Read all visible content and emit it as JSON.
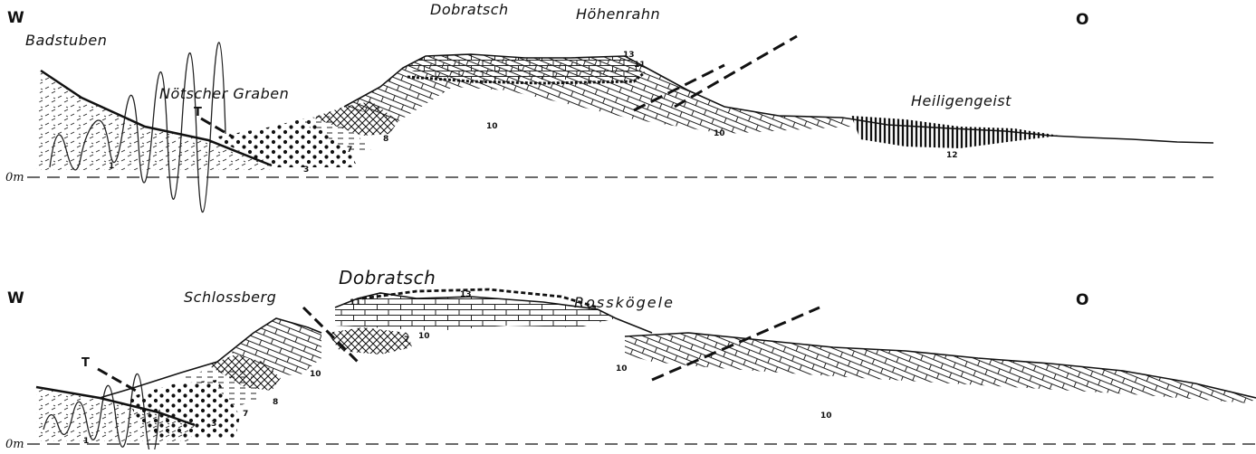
{
  "upper_profile": {
    "west": "W",
    "east": "O",
    "baseline_label": "0m",
    "places": {
      "badstuben": "Badstuben",
      "noetscher_graben": "Nötscher Graben",
      "dobratsch": "Dobratsch",
      "hoehenrahn": "Höhenrahn",
      "heiligengeist": "Heiligengeist"
    },
    "fault_letter": "T",
    "units": {
      "u1": "1",
      "u3": "3",
      "u7": "7",
      "u8": "8",
      "u10a": "10",
      "u10b": "10",
      "u11": "11",
      "u12": "12",
      "u13": "13"
    }
  },
  "lower_profile": {
    "west": "W",
    "east": "O",
    "baseline_label": "0m",
    "places": {
      "schlossberg": "Schlossberg",
      "dobratsch": "Dobratsch",
      "rosskoegele": "Rosskögele"
    },
    "fault_letter": "T",
    "units": {
      "u1": "1",
      "u3": "3",
      "u7": "7",
      "u8": "8",
      "u10a": "10",
      "u10b": "10",
      "u10c": "10",
      "u10d": "10",
      "u7b": "7",
      "u11": "11",
      "u13": "13"
    }
  },
  "colors": {
    "ink": "#111111",
    "paper": "#ffffff"
  }
}
